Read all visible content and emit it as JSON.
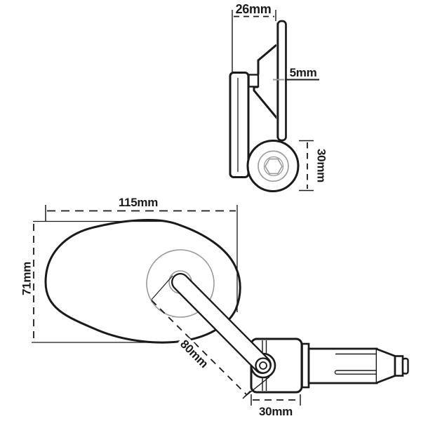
{
  "drawing": {
    "title": "bar-end mirror technical drawing",
    "side_view": {
      "width_label": "26mm",
      "glass_thickness_label": "5mm",
      "pivot_diameter_label": "30mm"
    },
    "front_view": {
      "width_label": "115mm",
      "height_label": "71mm",
      "stem_length_label": "80mm",
      "clamp_width_label": "30mm"
    }
  },
  "colors": {
    "line": "#1a1a1a",
    "secondary_line": "#9a9a9a",
    "background": "#ffffff"
  }
}
